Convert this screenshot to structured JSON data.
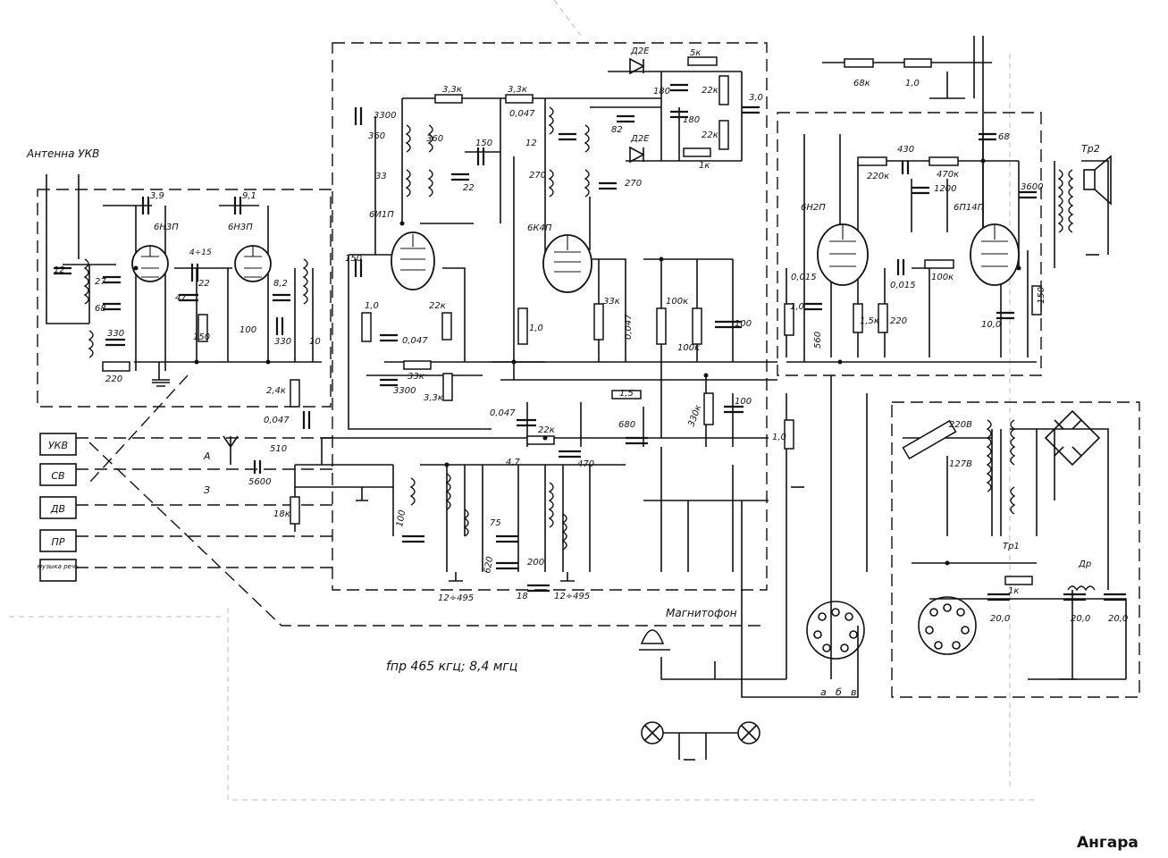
{
  "brand": "Ангара",
  "if_note": "fпр 465 кгц; 8,4 мгц",
  "antenna_label": "Антенна УКВ",
  "tape_label": "Магнитофон",
  "socket_labels": [
    "а",
    "б",
    "в"
  ],
  "switch_buttons": [
    {
      "label": "УКВ"
    },
    {
      "label": "СВ"
    },
    {
      "label": "ДВ"
    },
    {
      "label": "ПР"
    },
    {
      "label": "музыка речь"
    }
  ],
  "input_labels": {
    "antenna": "А",
    "ground": "З"
  },
  "tubes": [
    {
      "id": "t1",
      "label": "6Н3П"
    },
    {
      "id": "t2",
      "label": "6Н3П"
    },
    {
      "id": "t3",
      "label": "6И1П"
    },
    {
      "id": "t4",
      "label": "6К4П"
    },
    {
      "id": "t5",
      "label": "6Н2П"
    },
    {
      "id": "t6",
      "label": "6П14П"
    }
  ],
  "diodes": [
    "Д2Е",
    "Д2Е"
  ],
  "transformers": [
    "Тр2",
    "Тр1",
    "Др"
  ],
  "power_labels": [
    "220В",
    "127В"
  ],
  "components": [
    {
      "id": "c3_9",
      "text": "3,9"
    },
    {
      "id": "c9_1",
      "text": "9,1"
    },
    {
      "id": "c12a",
      "text": "12"
    },
    {
      "id": "c27",
      "text": "27"
    },
    {
      "id": "c68",
      "text": "68"
    },
    {
      "id": "c330a",
      "text": "330"
    },
    {
      "id": "r220",
      "text": "220"
    },
    {
      "id": "c4_15",
      "text": "4÷15"
    },
    {
      "id": "c22a",
      "text": "22"
    },
    {
      "id": "c47a",
      "text": "47"
    },
    {
      "id": "r150a",
      "text": "150"
    },
    {
      "id": "c100a",
      "text": "100"
    },
    {
      "id": "c8_2",
      "text": "8,2"
    },
    {
      "id": "c330b",
      "text": "330"
    },
    {
      "id": "c10a",
      "text": "10"
    },
    {
      "id": "r2_4k",
      "text": "2,4к"
    },
    {
      "id": "c0_047a",
      "text": "0,047"
    },
    {
      "id": "c3300a",
      "text": "3300"
    },
    {
      "id": "c360a",
      "text": "360"
    },
    {
      "id": "c360b",
      "text": "360"
    },
    {
      "id": "c33a",
      "text": "33"
    },
    {
      "id": "c22b",
      "text": "22"
    },
    {
      "id": "c150a",
      "text": "150"
    },
    {
      "id": "r3_3ka",
      "text": "3,3к"
    },
    {
      "id": "r3_3kb",
      "text": "3,3к"
    },
    {
      "id": "c0_047b",
      "text": "0,047"
    },
    {
      "id": "c150b",
      "text": "150"
    },
    {
      "id": "r1_0a",
      "text": "1,0"
    },
    {
      "id": "c0_047c",
      "text": "0,047"
    },
    {
      "id": "r22ka",
      "text": "22к"
    },
    {
      "id": "r33ka",
      "text": "33к"
    },
    {
      "id": "c3300b",
      "text": "3300"
    },
    {
      "id": "r3_3kc",
      "text": "3,3к"
    },
    {
      "id": "c12b",
      "text": "12"
    },
    {
      "id": "c270a",
      "text": "270"
    },
    {
      "id": "c82",
      "text": "82"
    },
    {
      "id": "c270b",
      "text": "270"
    },
    {
      "id": "c180a",
      "text": "180"
    },
    {
      "id": "c180b",
      "text": "180"
    },
    {
      "id": "r5k",
      "text": "5к"
    },
    {
      "id": "r22kb",
      "text": "22к"
    },
    {
      "id": "r22kc",
      "text": "22к"
    },
    {
      "id": "c3_0",
      "text": "3,0"
    },
    {
      "id": "r1k",
      "text": "1к"
    },
    {
      "id": "r1_0b",
      "text": "1,0"
    },
    {
      "id": "r33kb",
      "text": "33к"
    },
    {
      "id": "c0_047d",
      "text": "0,047"
    },
    {
      "id": "r100ka",
      "text": "100к"
    },
    {
      "id": "r100kb",
      "text": "100к"
    },
    {
      "id": "c100b",
      "text": "100"
    },
    {
      "id": "r1_5",
      "text": "1,5"
    },
    {
      "id": "c0_047e",
      "text": "0,047"
    },
    {
      "id": "r22kd",
      "text": "22к"
    },
    {
      "id": "c680",
      "text": "680"
    },
    {
      "id": "r330k",
      "text": "330к"
    },
    {
      "id": "c100c",
      "text": "100"
    },
    {
      "id": "c4_7",
      "text": "4,7"
    },
    {
      "id": "c470",
      "text": "470"
    },
    {
      "id": "c510",
      "text": "510"
    },
    {
      "id": "c5600",
      "text": "5600"
    },
    {
      "id": "r18k",
      "text": "18к"
    },
    {
      "id": "c100d",
      "text": "100"
    },
    {
      "id": "c75",
      "text": "75"
    },
    {
      "id": "c200",
      "text": "200"
    },
    {
      "id": "c620",
      "text": "620"
    },
    {
      "id": "c12_495a",
      "text": "12÷495"
    },
    {
      "id": "c18",
      "text": "18"
    },
    {
      "id": "c12_495b",
      "text": "12÷495"
    },
    {
      "id": "r68k",
      "text": "68к"
    },
    {
      "id": "r1_0c",
      "text": "1,0"
    },
    {
      "id": "c68",
      "text": "68"
    },
    {
      "id": "r430",
      "text": "430"
    },
    {
      "id": "r220k",
      "text": "220к"
    },
    {
      "id": "r470k",
      "text": "470к"
    },
    {
      "id": "c1200",
      "text": "1200"
    },
    {
      "id": "c3600",
      "text": "3600"
    },
    {
      "id": "c0_015a",
      "text": "0,015"
    },
    {
      "id": "c0_015b",
      "text": "0,015"
    },
    {
      "id": "r100kc",
      "text": "100к"
    },
    {
      "id": "r1_0d",
      "text": "1,0"
    },
    {
      "id": "c560",
      "text": "560"
    },
    {
      "id": "r1_5k",
      "text": "1,5к"
    },
    {
      "id": "r220b",
      "text": "220"
    },
    {
      "id": "c10_0",
      "text": "10,0"
    },
    {
      "id": "r150b",
      "text": "150"
    },
    {
      "id": "r1_0e",
      "text": "1,0"
    },
    {
      "id": "c20_0a",
      "text": "20,0"
    },
    {
      "id": "c20_0b",
      "text": "20,0"
    },
    {
      "id": "c20_0c",
      "text": "20,0"
    },
    {
      "id": "r1kb",
      "text": "1к"
    }
  ],
  "colors": {
    "ink": "#111111",
    "paper": "#ffffff"
  }
}
